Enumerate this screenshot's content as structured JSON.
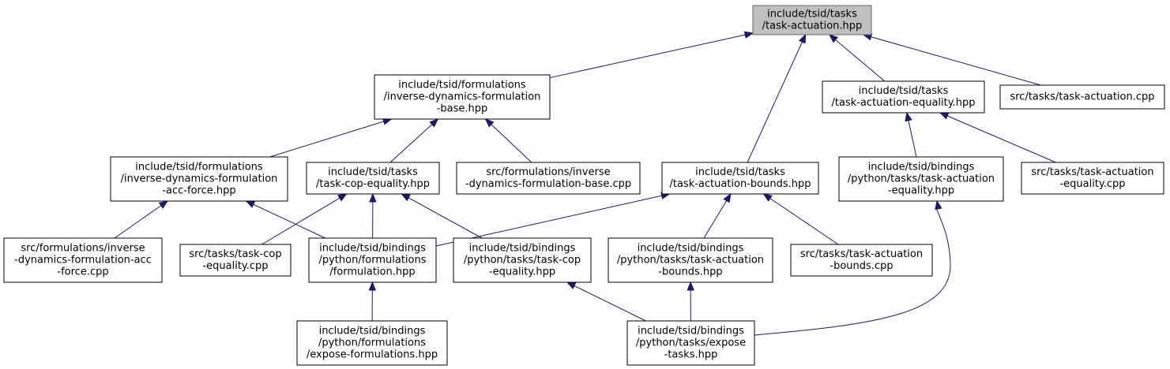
{
  "graph": {
    "type": "include-dependency-graph",
    "colors": {
      "edge": "#191970",
      "root_fill": "#bfbfbf",
      "root_stroke": "#666666",
      "node_fill": "#ffffff",
      "node_stroke": "#000000"
    },
    "nodes": [
      {
        "id": "root",
        "lines": [
          "include/tsid/tasks",
          "/task-actuation.hpp"
        ],
        "highlight": true
      },
      {
        "id": "idfb",
        "lines": [
          "include/tsid/formulations",
          "/inverse-dynamics-formulation",
          "-base.hpp"
        ]
      },
      {
        "id": "tae",
        "lines": [
          "include/tsid/tasks",
          "/task-actuation-equality.hpp"
        ]
      },
      {
        "id": "tacpp",
        "lines": [
          "src/tasks/task-actuation.cpp"
        ]
      },
      {
        "id": "idfaf",
        "lines": [
          "include/tsid/formulations",
          "/inverse-dynamics-formulation",
          "-acc-force.hpp"
        ]
      },
      {
        "id": "tce",
        "lines": [
          "include/tsid/tasks",
          "/task-cop-equality.hpp"
        ]
      },
      {
        "id": "idfbcpp",
        "lines": [
          "src/formulations/inverse",
          "-dynamics-formulation-base.cpp"
        ]
      },
      {
        "id": "tab",
        "lines": [
          "include/tsid/tasks",
          "/task-actuation-bounds.hpp"
        ]
      },
      {
        "id": "bpytae",
        "lines": [
          "include/tsid/bindings",
          "/python/tasks/task-actuation",
          "-equality.hpp"
        ]
      },
      {
        "id": "taecpp",
        "lines": [
          "src/tasks/task-actuation",
          "-equality.cpp"
        ]
      },
      {
        "id": "idfafcpp",
        "lines": [
          "src/formulations/inverse",
          "-dynamics-formulation-acc",
          "-force.cpp"
        ]
      },
      {
        "id": "tcecpp",
        "lines": [
          "src/tasks/task-cop",
          "-equality.cpp"
        ]
      },
      {
        "id": "bpyform",
        "lines": [
          "include/tsid/bindings",
          "/python/formulations",
          "/formulation.hpp"
        ]
      },
      {
        "id": "bpytce",
        "lines": [
          "include/tsid/bindings",
          "/python/tasks/task-cop",
          "-equality.hpp"
        ]
      },
      {
        "id": "bpytab",
        "lines": [
          "include/tsid/bindings",
          "/python/tasks/task-actuation",
          "-bounds.hpp"
        ]
      },
      {
        "id": "tabcpp",
        "lines": [
          "src/tasks/task-actuation",
          "-bounds.cpp"
        ]
      },
      {
        "id": "bpyexpform",
        "lines": [
          "include/tsid/bindings",
          "/python/formulations",
          "/expose-formulations.hpp"
        ]
      },
      {
        "id": "bpyexptasks",
        "lines": [
          "include/tsid/bindings",
          "/python/tasks/expose",
          "-tasks.hpp"
        ]
      }
    ],
    "edges": [
      {
        "from": "idfb",
        "to": "root"
      },
      {
        "from": "tab",
        "to": "root"
      },
      {
        "from": "tae",
        "to": "root"
      },
      {
        "from": "tacpp",
        "to": "root"
      },
      {
        "from": "idfaf",
        "to": "idfb"
      },
      {
        "from": "tce",
        "to": "idfb"
      },
      {
        "from": "idfbcpp",
        "to": "idfb"
      },
      {
        "from": "bpytae",
        "to": "tae"
      },
      {
        "from": "taecpp",
        "to": "tae"
      },
      {
        "from": "idfafcpp",
        "to": "idfaf"
      },
      {
        "from": "bpyform",
        "to": "idfaf"
      },
      {
        "from": "tcecpp",
        "to": "tce"
      },
      {
        "from": "bpyform",
        "to": "tce"
      },
      {
        "from": "bpytce",
        "to": "tce"
      },
      {
        "from": "bpyform",
        "to": "tab"
      },
      {
        "from": "bpytab",
        "to": "tab"
      },
      {
        "from": "tabcpp",
        "to": "tab"
      },
      {
        "from": "bpyexpform",
        "to": "bpyform"
      },
      {
        "from": "bpyexptasks",
        "to": "bpytce"
      },
      {
        "from": "bpyexptasks",
        "to": "bpytab"
      },
      {
        "from": "bpyexptasks",
        "to": "bpytae"
      }
    ]
  }
}
